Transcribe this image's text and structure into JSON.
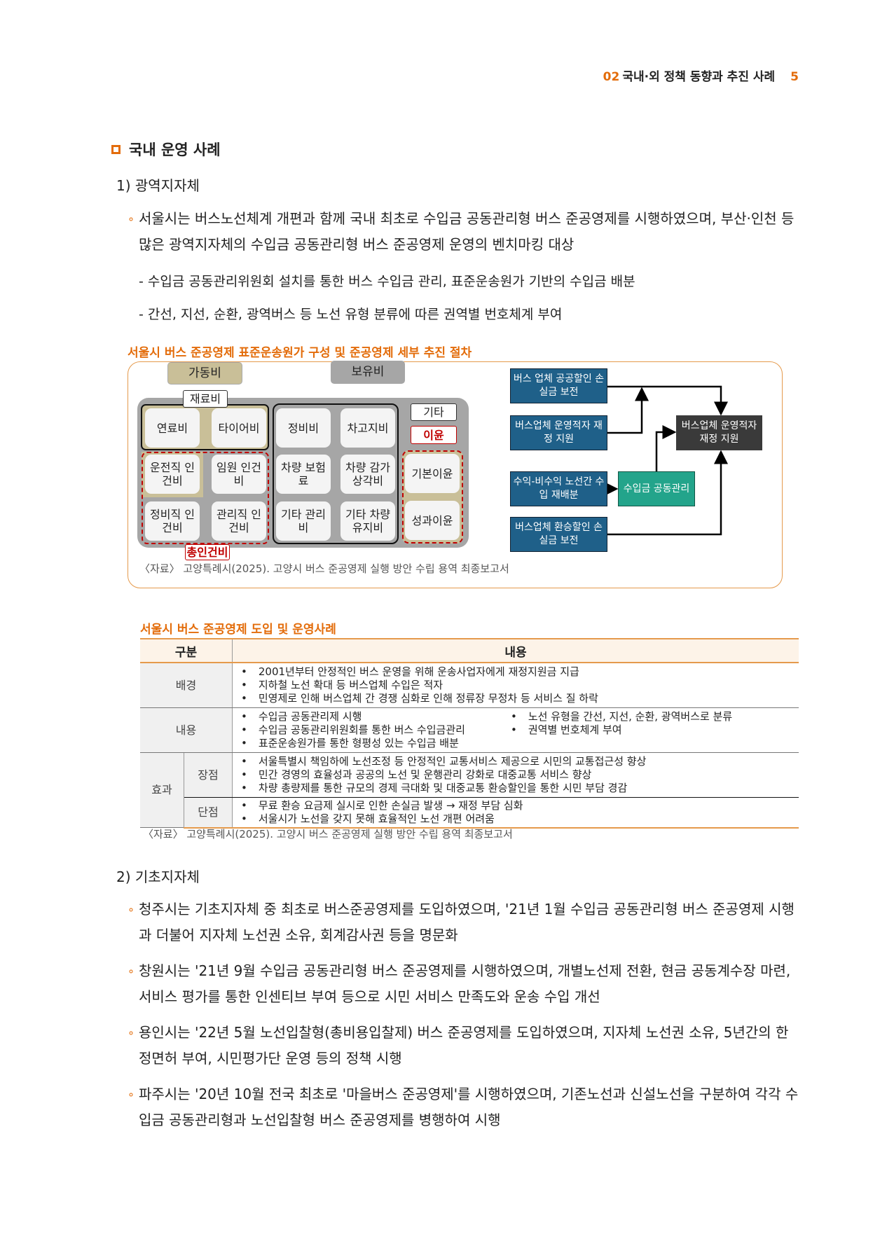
{
  "header": {
    "chapter_num": "02",
    "chapter_title": "국내·외 정책 동향과 추진 사례",
    "page": "5"
  },
  "section_title": "국내 운영 사례",
  "sub1": "1) 광역지자체",
  "para1": "서울시는 버스노선체계 개편과 함께 국내 최초로 수입금 공동관리형 버스 준공영제를 시행하였으며, 부산·인천 등 많은 광역지자체의 수입금 공동관리형 버스 준공영제 운영의 벤치마킹 대상",
  "dash1": "- 수입금 공동관리위원회 설치를 통한 버스 수입금 관리, 표준운송원가 기반의 수입금 배분",
  "dash2": "- 간선, 지선, 순환, 광역버스 등 노선 유형 분류에 따른 권역별 번호체계 부여",
  "bullet": "∘",
  "diagram": {
    "title": "서울시 버스 준공영제 표준운송원가 구성 및 준공영제 세부 추진 절차",
    "operating": "가동비",
    "holding": "보유비",
    "material": "재료비",
    "etc": "기타",
    "profit": "이윤",
    "labor_total": "총인건비",
    "cells": [
      "연료비",
      "타이어비",
      "정비비",
      "차고지비",
      "운전직 인건비",
      "임원 인건비",
      "차량 보험료",
      "차량 감가상각비",
      "정비직 인건비",
      "관리직 인건비",
      "기타 관리비",
      "기타 차량유지비"
    ],
    "profit_cells": [
      "기본이윤",
      "성과이윤"
    ],
    "flow": {
      "box1": "버스 업체 공공할인 손실금 보전",
      "box2": "버스업체 운영적자 재정 지원",
      "box3": "수익-비수익 노선간 수입 재배분",
      "box4": "버스업체 환승할인 손실금 보전",
      "pool": "수입금 공동관리",
      "target": "버스업체 운영적자 재정 지원"
    },
    "source": "〈자료〉 고양특례시(2025). 고양시 버스 준공영제 실행 방안 수립 용역 최종보고서"
  },
  "table": {
    "title": "서울시 버스 준공영제 도입 및 운영사례",
    "headers": [
      "구분",
      "내용"
    ],
    "rows": [
      {
        "label": "배경",
        "items": [
          "2001년부터 안정적인 버스 운영을 위해 운송사업자에게 재정지원금 지급",
          "지하철 노선 확대 등 버스업체 수입은 적자",
          "민영제로 인해 버스업체 간 경쟁 심화로 인해 정류장 무정차 등 서비스 질 하락"
        ]
      },
      {
        "label": "내용",
        "items": [
          "수입금 공동관리제 시행",
          "수입금 공동관리위원회를 통한 버스 수입금관리",
          "표준운송원가를 통한 형평성 있는 수입금 배분"
        ],
        "items2": [
          "노선 유형을 간선, 지선, 순환, 광역버스로 분류",
          "권역별 번호체계 부여"
        ]
      },
      {
        "label": "효과",
        "sub": "장점",
        "items": [
          "서울특별시 책임하에 노선조정 등 안정적인 교통서비스 제공으로 시민의 교통접근성 향상",
          "민간 경영의 효율성과 공공의 노선 및 운행관리 강화로 대중교통 서비스 향상",
          "차량 총량제를 통한 규모의 경제 극대화 및 대중교통 환승할인을 통한 시민 부담 경감"
        ]
      },
      {
        "sub": "단점",
        "items": [
          "무료 환승 요금제 실시로 인한 손실금 발생 → 재정 부담 심화",
          "서울시가 노선을 갖지 못해 효율적인 노선 개편 어려움"
        ]
      }
    ],
    "source": "〈자료〉 고양특례시(2025). 고양시 버스 준공영제 실행 방안 수립 용역 최종보고서"
  },
  "sub2": "2) 기초지자체",
  "paras2": [
    "청주시는 기초지자체 중 최초로 버스준공영제를 도입하였으며, '21년 1월 수입금 공동관리형 버스 준공영제 시행과 더불어 지자체 노선권 소유, 회계감사권 등을 명문화",
    "창원시는 '21년 9월 수입금 공동관리형 버스 준공영제를 시행하였으며, 개별노선제 전환, 현금 공동계수장 마련, 서비스 평가를 통한 인센티브 부여 등으로 시민 서비스 만족도와 운송 수입 개선",
    "용인시는 '22년 5월 노선입찰형(총비용입찰제) 버스 준공영제를 도입하였으며, 지자체 노선권 소유, 5년간의 한정면허 부여, 시민평가단 운영 등의 정책 시행",
    "파주시는 '20년 10월 전국 최초로 '마을버스 준공영제'를 시행하였으며, 기존노선과 신설노선을 구분하여 각각 수입금 공동관리형과 노선입찰형 버스 준공영제를 병행하여 시행"
  ],
  "colors": {
    "accent": "#e36c0a",
    "blue": "#1f6089",
    "green": "#23a48b",
    "dark": "#3a3a3a"
  }
}
